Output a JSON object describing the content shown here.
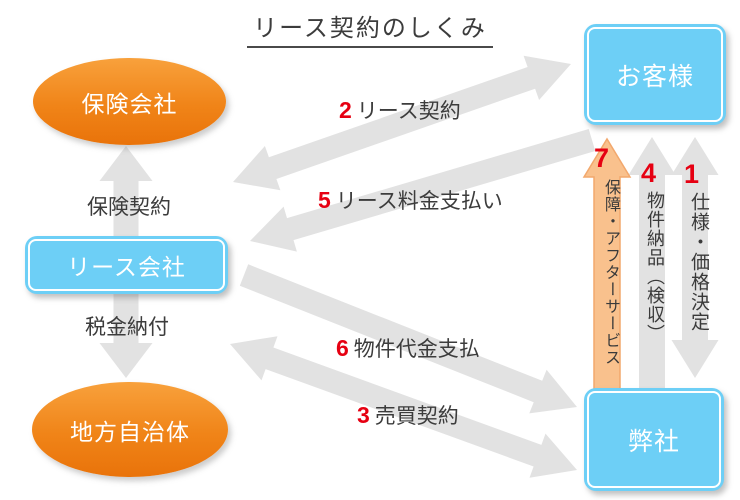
{
  "title": "リース契約のしくみ",
  "nodes": {
    "insurance": "保険会社",
    "lease_company": "リース会社",
    "local_government": "地方自治体",
    "customer": "お客様",
    "our_company": "弊社"
  },
  "flows": {
    "insurance_contract": {
      "label": "保険契約",
      "from": "リース会社",
      "to": "保険会社",
      "bidirectional": false
    },
    "tax_payment": {
      "label": "税金納付",
      "from": "リース会社",
      "to": "地方自治体",
      "bidirectional": false
    },
    "lease_contract": {
      "num": "2",
      "label": "リース契約",
      "from": "リース会社",
      "to": "お客様",
      "bidirectional": true
    },
    "lease_fee_payment": {
      "num": "5",
      "label": "リース料金支払い",
      "from": "お客様",
      "to": "リース会社",
      "bidirectional": false
    },
    "property_payment": {
      "num": "6",
      "label": "物件代金支払",
      "from": "リース会社",
      "to": "弊社",
      "bidirectional": false
    },
    "sales_contract": {
      "num": "3",
      "label": "売買契約",
      "from": "リース会社",
      "to": "弊社",
      "bidirectional": true
    },
    "warranty_after_service": {
      "num": "7",
      "label": "保障・アフターサービス",
      "from": "弊社",
      "to": "お客様",
      "bidirectional": false
    },
    "property_delivery": {
      "num": "4",
      "label": "物件納品（検収）",
      "from": "弊社",
      "to": "お客様",
      "bidirectional": false
    },
    "spec_price_decision": {
      "num": "1",
      "label": "仕様・価格決定",
      "from": "お客様",
      "to": "弊社",
      "bidirectional": true
    }
  },
  "colors": {
    "node_orange_top": "#F8A13C",
    "node_orange_bottom": "#E9730A",
    "node_blue": "#6DCFF6",
    "arrow_gray": "#E2E2E2",
    "arrow_orange": "#F9C18D",
    "arrow_orange_edge": "#F2A86D",
    "number_red": "#E60012",
    "text_dark": "#3C3C3C"
  }
}
